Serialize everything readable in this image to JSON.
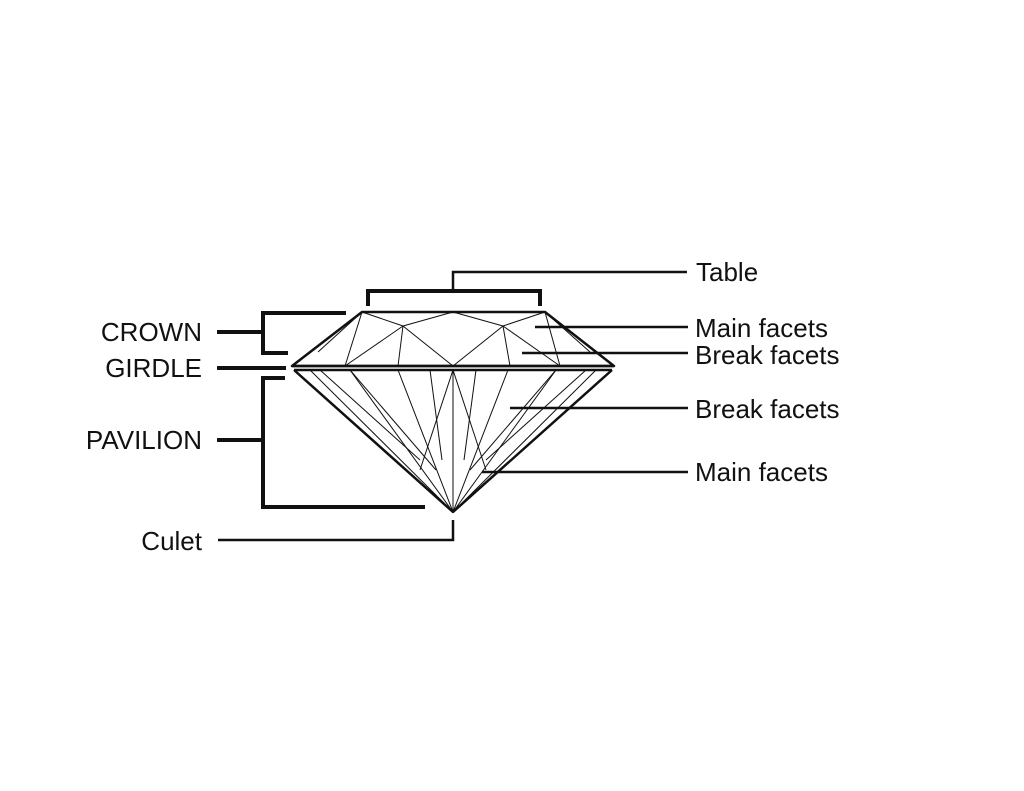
{
  "diagram": {
    "left_labels": {
      "crown": "CROWN",
      "girdle": "GIRDLE",
      "pavilion": "PAVILION",
      "culet": "Culet"
    },
    "right_labels": {
      "table": "Table",
      "crown_main_facets": "Main facets",
      "crown_break_facets": "Break facets",
      "pavilion_break_facets": "Break facets",
      "pavilion_main_facets": "Main facets"
    },
    "colors": {
      "ink": "#111111",
      "background": "#ffffff"
    }
  }
}
